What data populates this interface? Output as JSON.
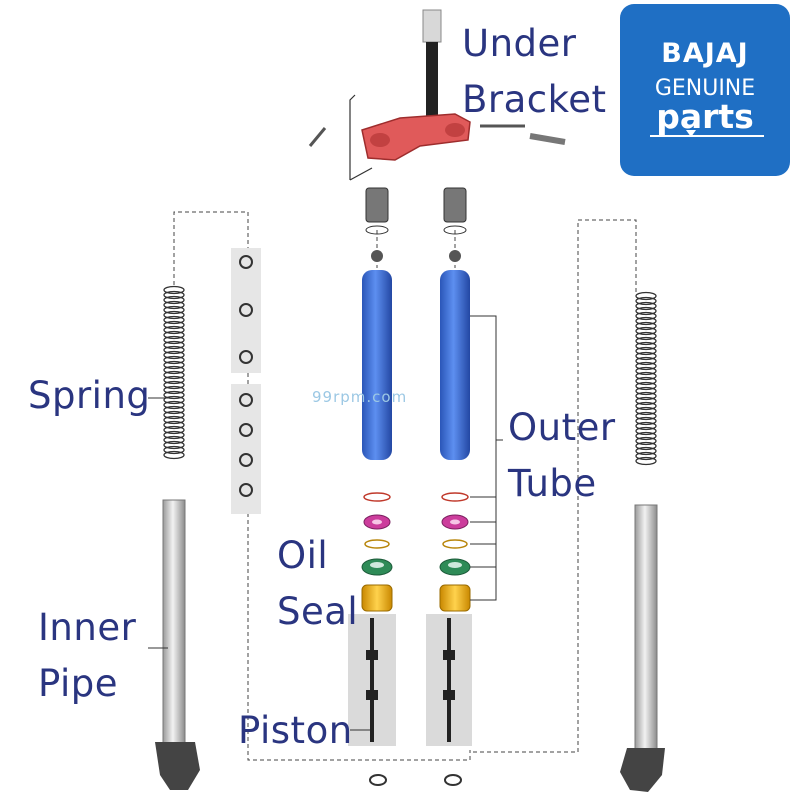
{
  "logo": {
    "brand": "BAJAJ",
    "line1": "GENUINE",
    "line2": "parts",
    "color": "#1f6fc4"
  },
  "watermark": "99rpm.com",
  "labels": {
    "under_bracket": [
      "Under",
      "Bracket"
    ],
    "spring": "Spring",
    "outer_tube": [
      "Outer",
      "Tube"
    ],
    "oil_seal": [
      "Oil",
      "Seal"
    ],
    "inner_pipe": [
      "Inner",
      "Pipe"
    ],
    "piston": "Piston"
  },
  "colors": {
    "label": "#2a3580",
    "bracket": "#e05a5a",
    "outer_tube": "#3a6fd8",
    "oil_seal_ring": "#cc3d9c",
    "seal": "#2e8b57",
    "dust_cap": "#e0a010"
  }
}
